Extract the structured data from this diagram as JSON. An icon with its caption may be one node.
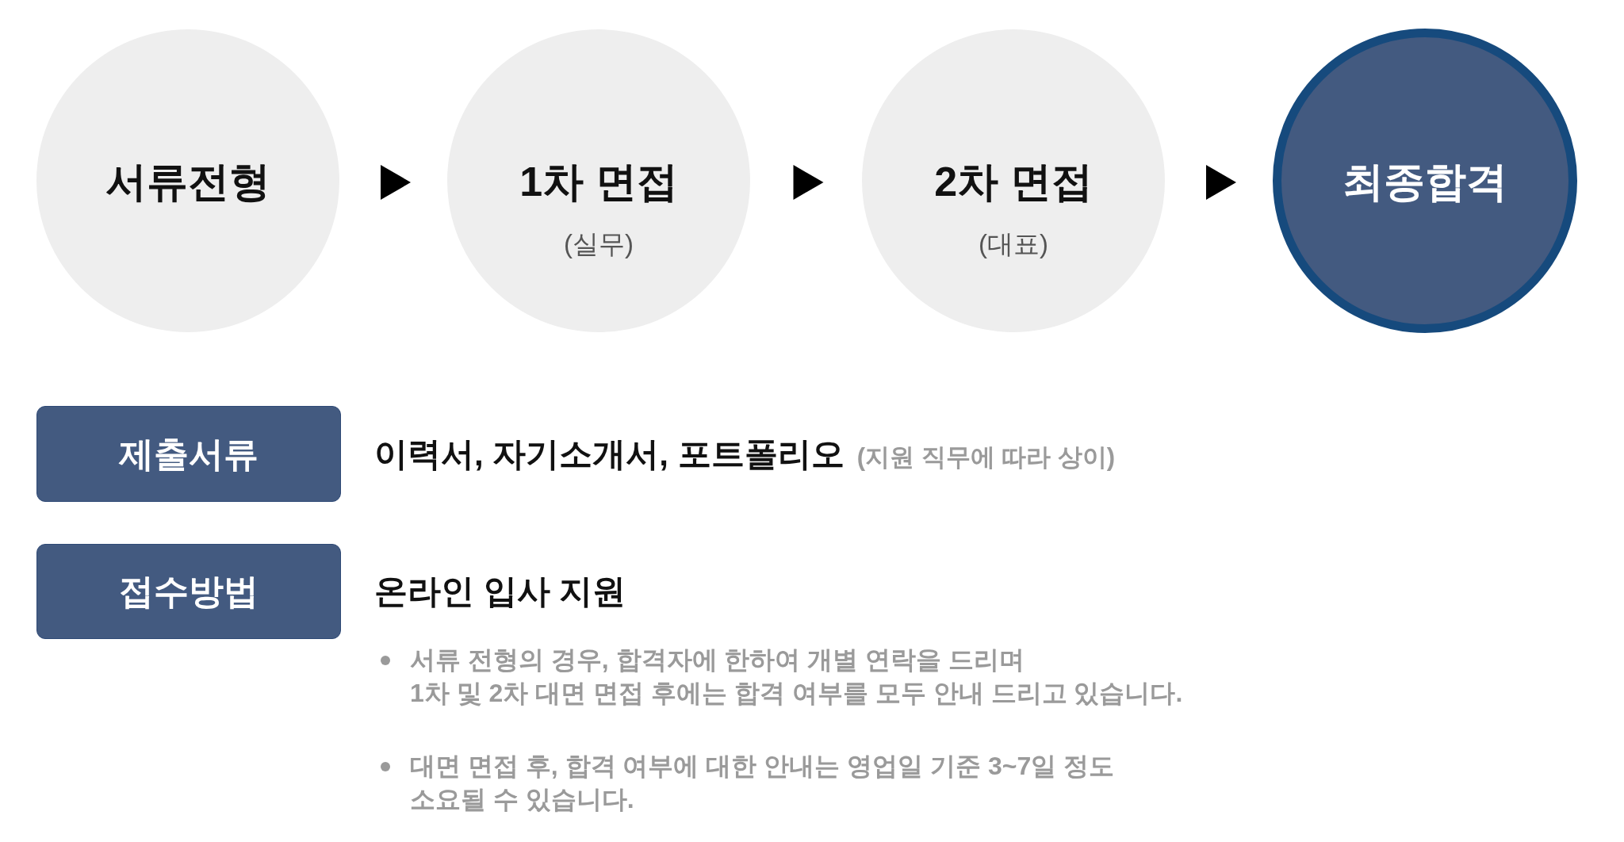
{
  "diagram": {
    "nodes": [
      {
        "text": [
          "서류전형"
        ]
      },
      {
        "text": [
          "1차 면접",
          "(실무)"
        ]
      },
      {
        "text": [
          "2차 면접",
          "(대표)"
        ]
      },
      {
        "text": [
          "최종합격"
        ]
      },
      {
        "text": [
          "제출서류"
        ],
        "beside": [
          "이력서, 자기소개서, 포트폴리오",
          "(지원 직무에 따라 상이)"
        ]
      },
      {
        "text": [
          "접수방법"
        ],
        "beside": [
          "온라인 입사 지원"
        ]
      }
    ],
    "edges": [
      {
        "from": 0,
        "to": 1,
        "arrow": "to"
      },
      {
        "from": 1,
        "to": 2,
        "arrow": "to"
      },
      {
        "from": 2,
        "to": 3,
        "arrow": "to"
      }
    ],
    "labels": [
      "서류 전형의 경우, 합격자에 한하여 개별 연락을 드리며 1차 및 2차 대면 면접 후에는 합격 여부를 모두 안내 드리고 있습니다.",
      "대면 면접 후, 합격 여부에 대한 안내는 영업일 기준 3~7일 정도 소요될 수 있습니다."
    ]
  }
}
